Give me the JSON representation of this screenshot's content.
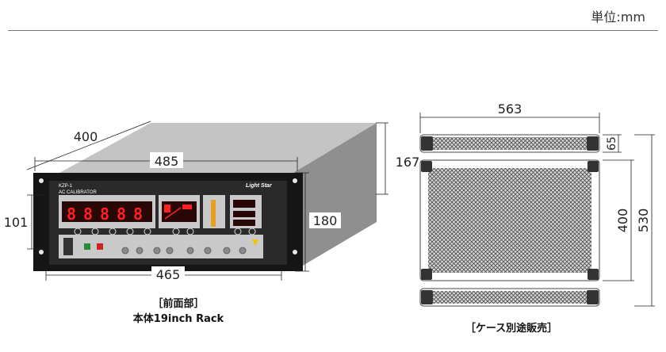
{
  "header": {
    "unit_label": "単位:mm"
  },
  "rack": {
    "model_label": "KZP-1",
    "device_name": "AC CALIBRATOR",
    "brand_logo_text": "Light Star",
    "digits": [
      "8",
      "8",
      "8",
      "8",
      "8"
    ],
    "dimensions": {
      "depth": "400",
      "rack_width": "485",
      "panel_height": "101",
      "front_width": "465",
      "box_height": "167",
      "total_height": "180"
    }
  },
  "case": {
    "dimensions": {
      "width": "563",
      "top_height": "65",
      "body_height": "400",
      "total_height": "530"
    }
  },
  "captions": {
    "front_title": "［前面部］",
    "front_subtitle": "本体19inch Rack",
    "case_note": "［ケース別途販売］"
  },
  "colors": {
    "rack_frame": "#151515",
    "box_top": "#c4c4c4",
    "box_side": "#8f8f8f",
    "display_red": "#ff2020",
    "panel_gray": "#c9c9c9"
  }
}
